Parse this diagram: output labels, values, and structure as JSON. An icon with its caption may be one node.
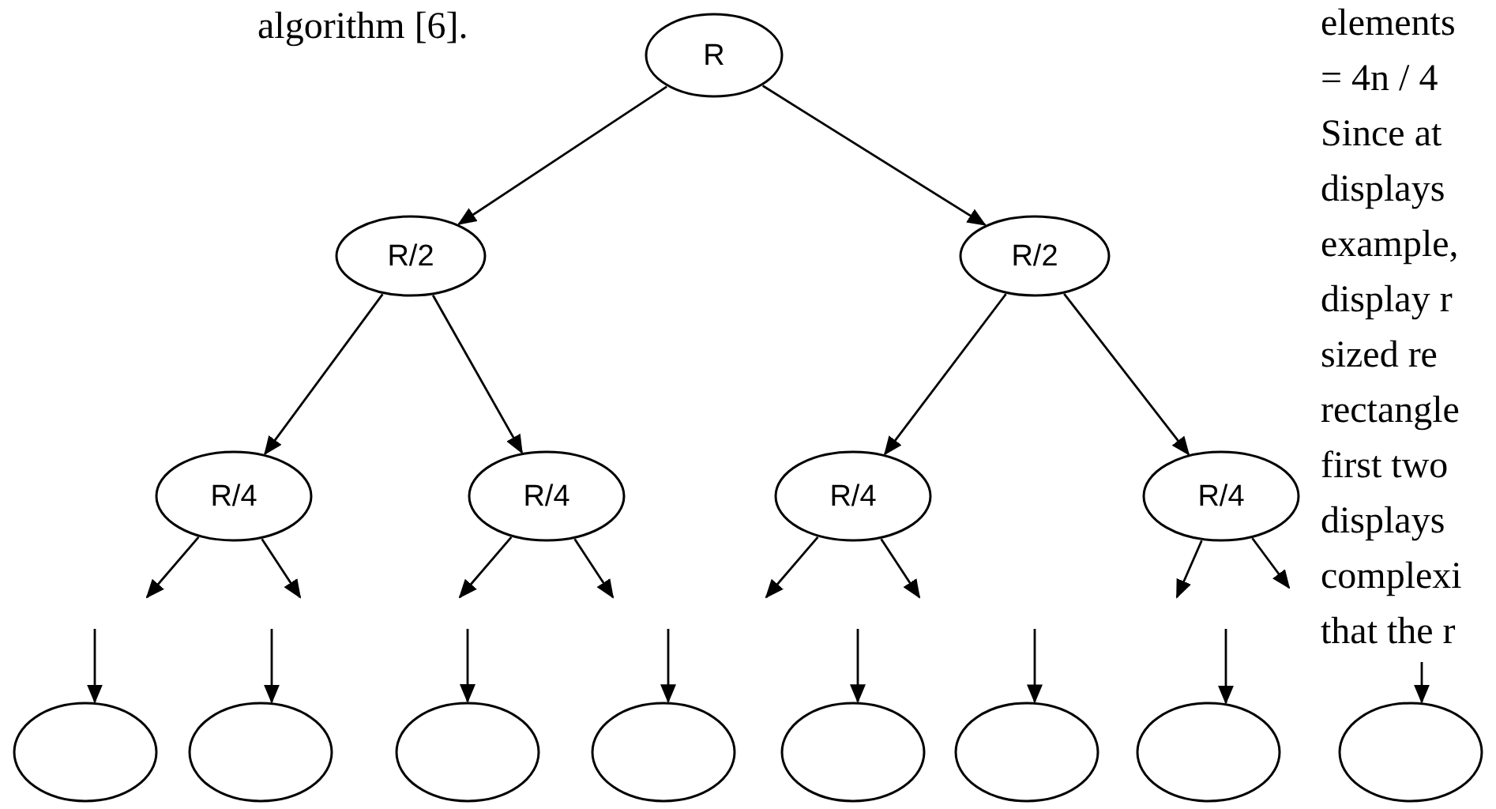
{
  "diagram": {
    "nodes": [
      {
        "text": [
          "R"
        ]
      },
      {
        "text": [
          "R/2"
        ]
      },
      {
        "text": [
          "R/2"
        ]
      },
      {
        "text": [
          "R/4"
        ]
      },
      {
        "text": [
          "R/4"
        ]
      },
      {
        "text": [
          "R/4"
        ]
      },
      {
        "text": [
          "R/4"
        ]
      },
      {
        "text": [],
        "shape": "circle"
      },
      {
        "text": [],
        "shape": "circle"
      },
      {
        "text": [],
        "shape": "circle"
      },
      {
        "text": [],
        "shape": "circle"
      },
      {
        "text": [],
        "shape": "circle"
      },
      {
        "text": [],
        "shape": "circle"
      },
      {
        "text": [],
        "shape": "circle"
      },
      {
        "text": [],
        "shape": "circle"
      }
    ],
    "edges": [
      {
        "from": 0,
        "to": 1,
        "arrow": "to"
      },
      {
        "from": 0,
        "to": 2,
        "arrow": "to"
      },
      {
        "from": 1,
        "to": 3,
        "arrow": "to"
      },
      {
        "from": 1,
        "to": 4,
        "arrow": "to"
      },
      {
        "from": 2,
        "to": 5,
        "arrow": "to"
      },
      {
        "from": 2,
        "to": 6,
        "arrow": "to"
      },
      {
        "from": 3,
        "to": null,
        "arrow": "to"
      },
      {
        "from": 3,
        "to": null,
        "arrow": "to"
      },
      {
        "from": 4,
        "to": null,
        "arrow": "to"
      },
      {
        "from": 4,
        "to": null,
        "arrow": "to"
      },
      {
        "from": 5,
        "to": null,
        "arrow": "to"
      },
      {
        "from": 5,
        "to": null,
        "arrow": "to"
      },
      {
        "from": 6,
        "to": null,
        "arrow": "to"
      },
      {
        "from": 6,
        "to": null,
        "arrow": "to"
      },
      {
        "from": null,
        "to": 7,
        "arrow": "to"
      },
      {
        "from": null,
        "to": 8,
        "arrow": "to"
      },
      {
        "from": null,
        "to": 9,
        "arrow": "to"
      },
      {
        "from": null,
        "to": 10,
        "arrow": "to"
      },
      {
        "from": null,
        "to": 11,
        "arrow": "to"
      },
      {
        "from": null,
        "to": 12,
        "arrow": "to"
      },
      {
        "from": null,
        "to": 13,
        "arrow": "to"
      },
      {
        "from": null,
        "to": 14,
        "arrow": "to"
      }
    ],
    "labels": [
      "algorithm [6].",
      "elements",
      "= 4n / 4",
      "Since at",
      "displays",
      "example,",
      "display r",
      "sized re",
      "rectangle",
      "first two",
      "displays",
      "complexi",
      "that the r"
    ]
  }
}
